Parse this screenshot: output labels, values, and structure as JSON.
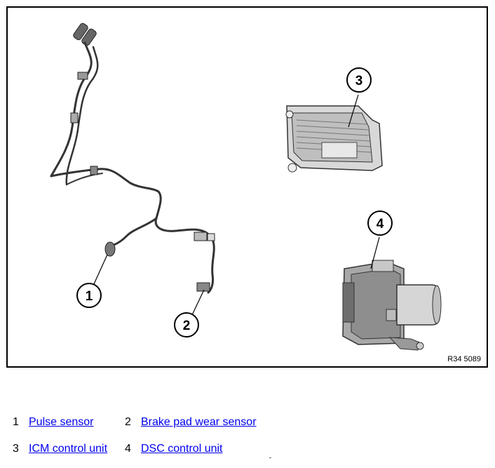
{
  "figure": {
    "code": "R34 5089",
    "callouts": [
      "1",
      "2",
      "3",
      "4"
    ]
  },
  "legend": [
    {
      "num": "1",
      "label": "Pulse sensor"
    },
    {
      "num": "2",
      "label": "Brake pad wear sensor"
    },
    {
      "num": "3",
      "label": "ICM control unit"
    },
    {
      "num": "4",
      "label": "DSC control unit"
    }
  ]
}
